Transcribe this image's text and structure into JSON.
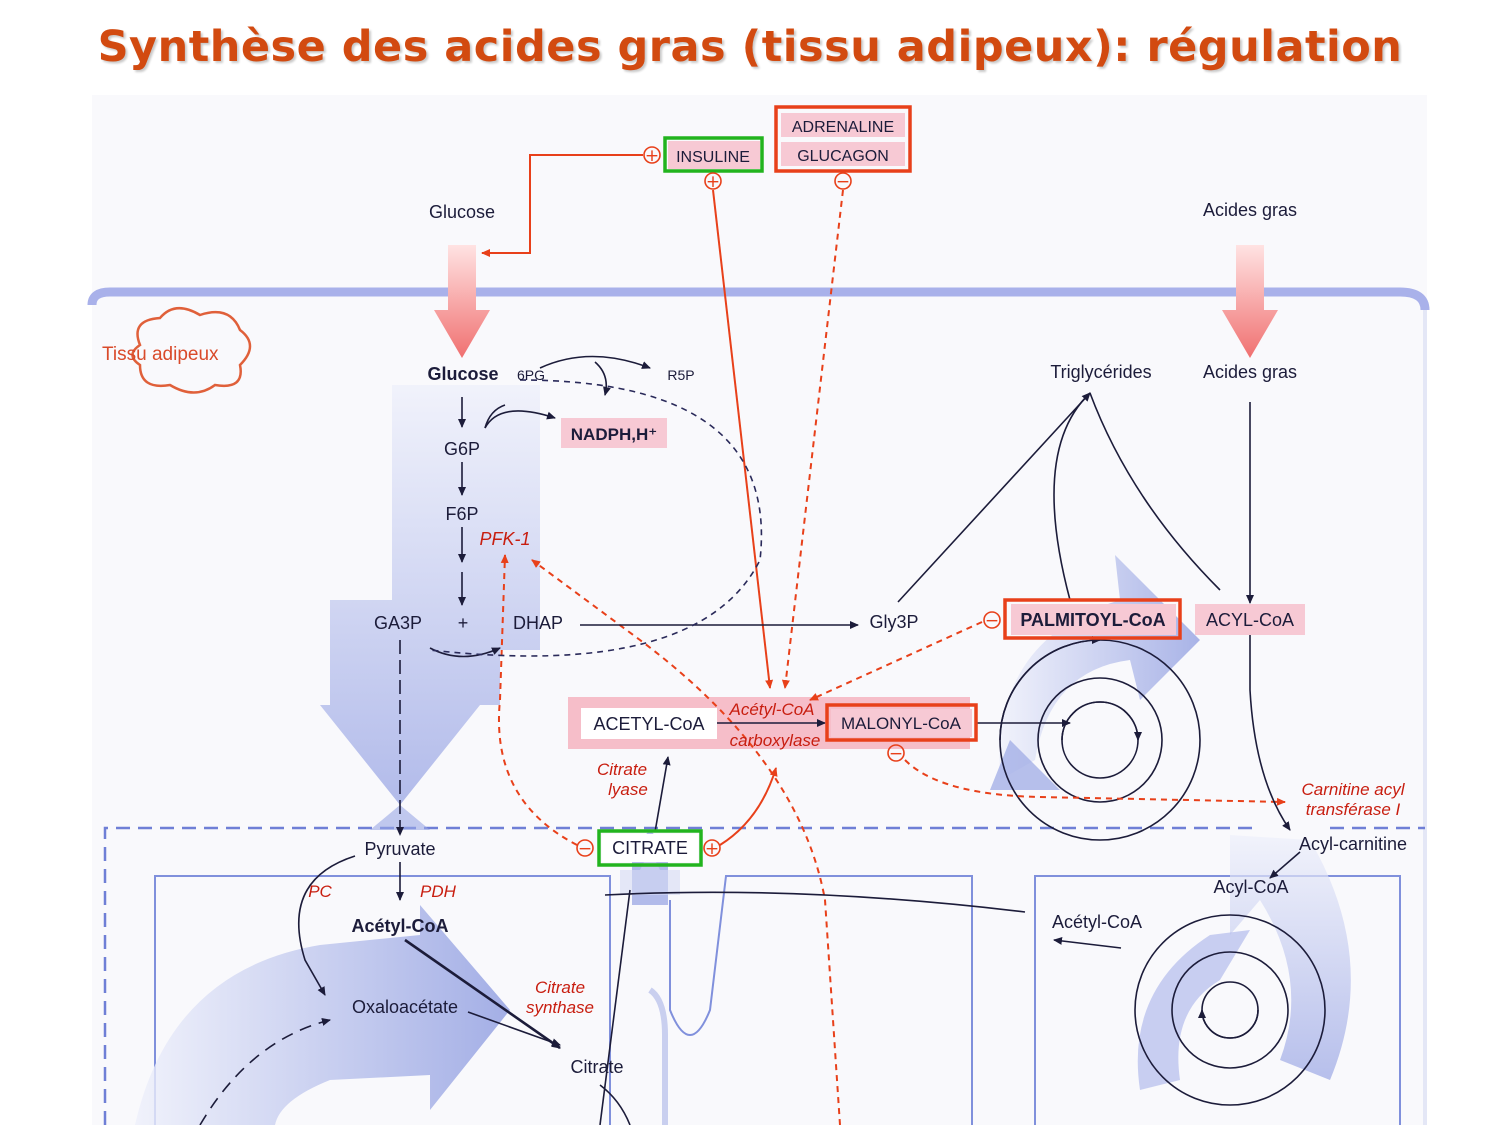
{
  "title": "Synthèse des acides gras (tissu adipeux): régulation",
  "tissue_label": "Tissu adipeux",
  "hormones": {
    "insuline": "INSULINE",
    "adrenaline": "ADRENALINE",
    "glucagon": "GLUCAGON"
  },
  "outside": {
    "glucose": "Glucose",
    "acides_gras": "Acides gras"
  },
  "glycolysis": {
    "glucose": "Glucose",
    "pg6": "6PG",
    "r5p": "R5P",
    "g6p": "G6P",
    "nadph": "NADPH,H⁺",
    "f6p": "F6P",
    "pfk1": "PFK-1",
    "ga3p": "GA3P",
    "plus": "+",
    "dhap": "DHAP",
    "gly3p": "Gly3P"
  },
  "lipids": {
    "triglycerides": "Triglycérides",
    "acides_gras": "Acides gras",
    "palmitoyl_coa": "PALMITOYL-CoA",
    "acyl_coa": "ACYL-CoA",
    "acetyl_coa": "ACETYL-CoA",
    "malonyl_coa": "MALONYL-CoA",
    "acc_line1": "Acétyl-CoA",
    "acc_line2": "carboxylase",
    "cpt_line1": "Carnitine acyl",
    "cpt_line2": "transférase I",
    "acyl_carnitine": "Acyl-carnitine",
    "acyl_coa_mito": "Acyl-CoA",
    "acetyl_coa_mito": "Acétyl-CoA"
  },
  "mito": {
    "citrate_lyase_1": "Citrate",
    "citrate_lyase_2": "lyase",
    "citrate_box": "CITRATE",
    "pyruvate": "Pyruvate",
    "pc": "PC",
    "pdh": "PDH",
    "acetyl_coa": "Acétyl-CoA",
    "oxaloacetate": "Oxaloacétate",
    "cs_line1": "Citrate",
    "cs_line2": "synthase",
    "citrate": "Citrate"
  },
  "colors": {
    "title": "#d24a10",
    "regulation_red": "#e8401a",
    "highlight_green": "#22b41e",
    "pink_box": "#f7c9d4",
    "pathway_blue": "#9aa6e4",
    "text_dark": "#1c1c3a"
  }
}
